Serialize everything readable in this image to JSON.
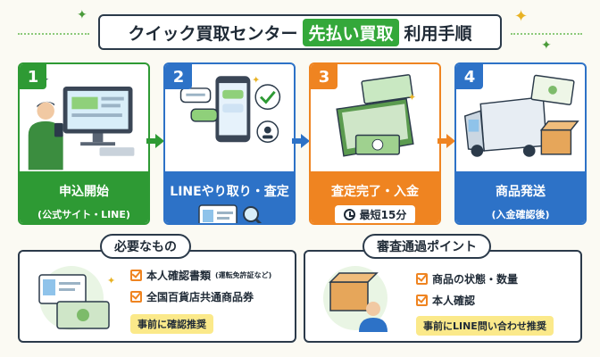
{
  "title": {
    "prefix": "クイック買取センター",
    "highlight": "先払い買取",
    "suffix": "利用手順"
  },
  "steps": [
    {
      "number": "1",
      "label": "申込開始",
      "sub": "(公式サイト・LINE)"
    },
    {
      "number": "2",
      "label": "LINEやり取り・査定"
    },
    {
      "number": "3",
      "label": "査定完了・入金",
      "time_label": "最短15分"
    },
    {
      "number": "4",
      "label": "商品発送",
      "sub": "(入金確認後)"
    }
  ],
  "required": {
    "title": "必要なもの",
    "items": [
      {
        "label": "本人確認書類",
        "note": "(運転免許証など)"
      },
      {
        "label": "全国百貨店共通商品券"
      }
    ],
    "note": "事前に確認推奨"
  },
  "review": {
    "title": "審査通過ポイント",
    "items": [
      {
        "label": "商品の状態・数量"
      },
      {
        "label": "本人確認"
      }
    ],
    "note": "事前にLINE問い合わせ推奨"
  },
  "icons": [
    "sparkle-icon",
    "computer-icon",
    "person-icon",
    "smartphone-icon",
    "chat-bubble-icon",
    "magnifier-icon",
    "id-card-icon",
    "wallet-icon",
    "banknote-icon",
    "clock-icon",
    "truck-icon",
    "box-icon",
    "gift-card-icon",
    "checkbox-icon",
    "arrow-right-icon"
  ],
  "colors": {
    "green": "#2e9a34",
    "blue": "#2d72c7",
    "orange": "#ef8421",
    "title_highlight": "#34a83a",
    "note_yellow": "#fbe98a"
  }
}
